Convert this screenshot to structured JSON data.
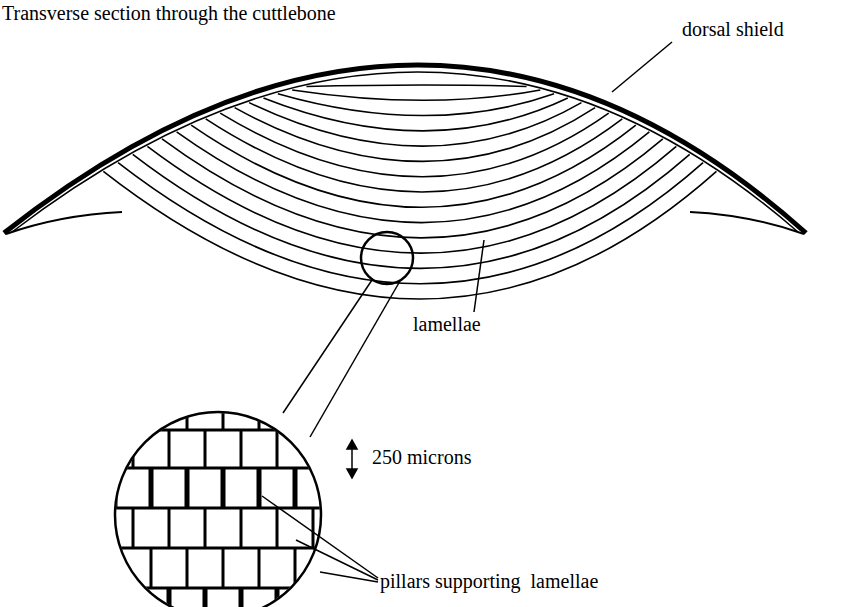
{
  "diagram": {
    "title": "Transverse section through the cuttlebone",
    "labels": [
      "dorsal shield",
      "lamellae",
      "250 microns",
      "pillars supporting  lamellae"
    ]
  }
}
